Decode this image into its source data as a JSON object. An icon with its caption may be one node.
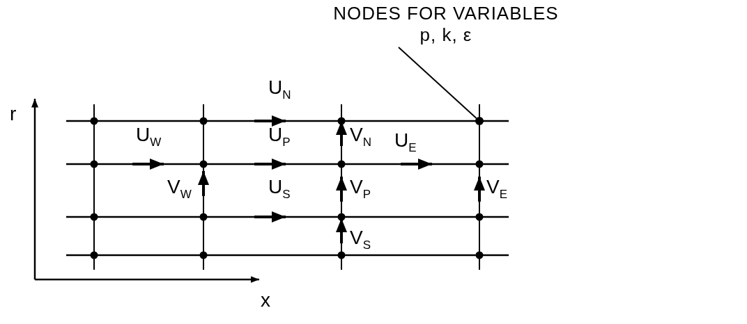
{
  "diagram": {
    "nodes": [
      {
        "text": [
          "NODES FOR VARIABLES p, k, ε"
        ]
      },
      {
        "text": [],
        "shape": "circle"
      }
    ],
    "edges": [
      {
        "from": 0,
        "to": 1,
        "arrow": "none"
      }
    ],
    "labels": [
      "U$_{N}$",
      "r",
      "U$_{W}$",
      "U$_{P}$",
      "V$_{N}$",
      "U$_{E}$",
      "V$_{W}$",
      "U$_{S}$",
      "V$_{P}$",
      "V$_{E}$",
      "V$_{S}$",
      "x"
    ]
  }
}
